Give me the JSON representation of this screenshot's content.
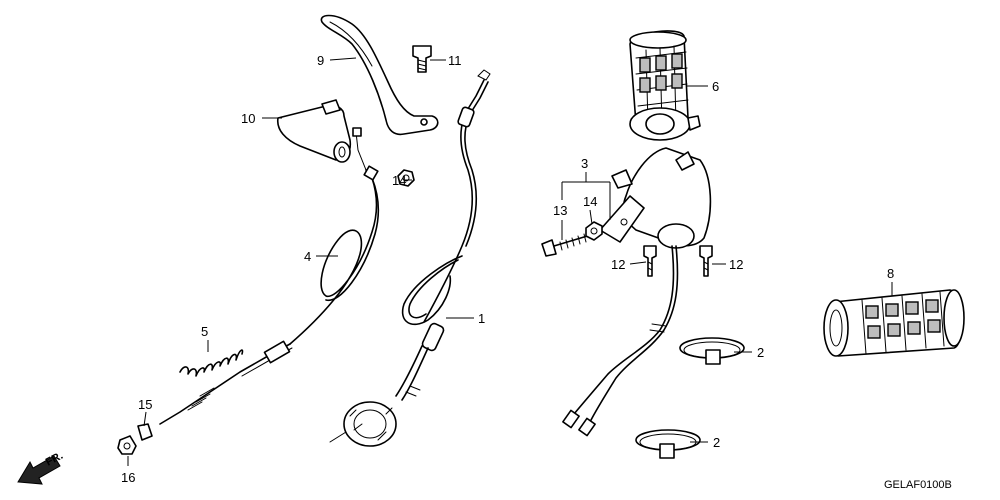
{
  "diagram": {
    "callouts": [
      "1",
      "2",
      "2",
      "3",
      "4",
      "5",
      "6",
      "8",
      "9",
      "10",
      "11",
      "12",
      "12",
      "13",
      "14",
      "14",
      "15",
      "16"
    ],
    "direction_label": "FR.",
    "drawing_code": "GELAF0100B"
  }
}
